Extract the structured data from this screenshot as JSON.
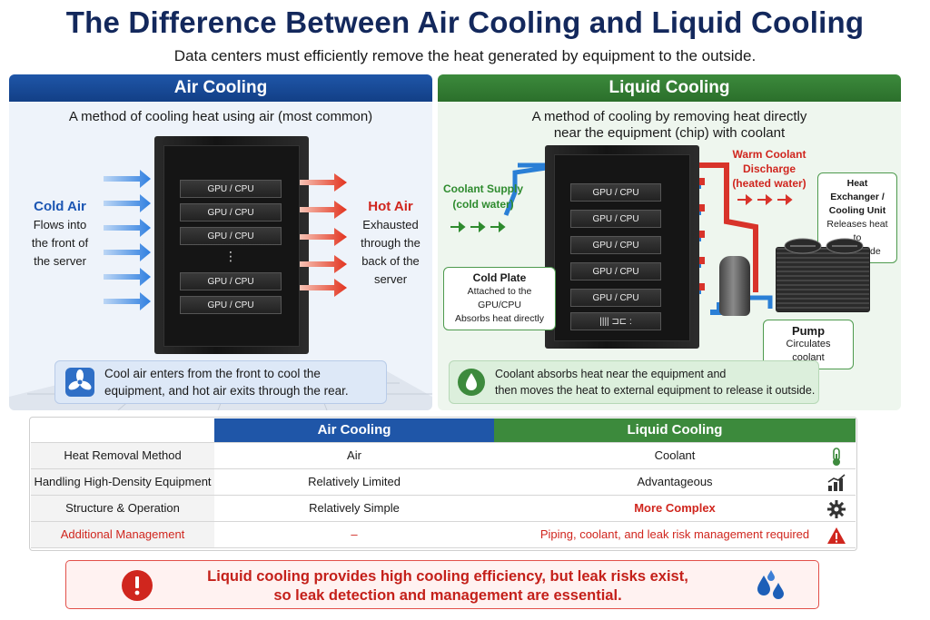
{
  "title": "The Difference Between Air Cooling and Liquid Cooling",
  "subtitle": "Data centers must efficiently remove the heat generated by equipment to the outside.",
  "air": {
    "header": "Air Cooling",
    "description": "A method of cooling heat using air (most common)",
    "cold_title": "Cold Air",
    "cold_lines": [
      "Flows into",
      "the front of",
      "the server"
    ],
    "hot_title": "Hot Air",
    "hot_lines": [
      "Exhausted",
      "through the",
      "back of the",
      "server"
    ],
    "slots": [
      "GPU / CPU",
      "GPU / CPU",
      "GPU / CPU",
      "⋮",
      "GPU / CPU",
      "GPU / CPU"
    ],
    "info_lines": [
      "Cool air enters from the front to cool the",
      "equipment, and hot air exits through the rear."
    ]
  },
  "liquid": {
    "header": "Liquid Cooling",
    "description_lines": [
      "A method of cooling by removing heat directly",
      "near the equipment (chip) with coolant"
    ],
    "supply_lines": [
      "Coolant Supply",
      "(cold water)"
    ],
    "discharge_lines": [
      "Warm Coolant",
      "Discharge",
      "(heated water)"
    ],
    "exchanger_title_lines": [
      "Heat Exchanger /",
      "Cooling Unit"
    ],
    "exchanger_desc_lines": [
      "Releases heat to",
      "the outside"
    ],
    "cold_plate_title": "Cold Plate",
    "cold_plate_lines": [
      "Attached to the GPU/CPU",
      "Absorbs heat directly"
    ],
    "pump_title": "Pump",
    "pump_desc": "Circulates coolant",
    "slots": [
      "GPU / CPU",
      "GPU / CPU",
      "GPU / CPU",
      "GPU / CPU",
      "GPU / CPU",
      "|||| ⊐⊏ :"
    ],
    "info_lines": [
      "Coolant absorbs heat near the equipment and",
      "then moves the heat to external equipment to release it outside."
    ]
  },
  "table": {
    "headers": [
      "",
      "Air Cooling",
      "Liquid Cooling"
    ],
    "rows": [
      {
        "label": "Heat Removal Method",
        "air": "Air",
        "liquid": "Coolant",
        "icon": "thermometer-icon"
      },
      {
        "label": "Handling High-Density Equipment",
        "air": "Relatively Limited",
        "liquid": "Advantageous",
        "icon": "bar-chart-icon"
      },
      {
        "label": "Structure & Operation",
        "air": "Relatively Simple",
        "liquid": "More Complex",
        "icon": "gear-icon"
      },
      {
        "label": "Additional Management",
        "air": "–",
        "liquid": "Piping, coolant, and leak risk management required",
        "icon": "warning-icon"
      }
    ],
    "colors": {
      "air_header": "#1f56a8",
      "liquid_header": "#3c8a3c",
      "alert": "#d0261e"
    }
  },
  "warning": {
    "lines": [
      "Liquid cooling provides high cooling efficiency, but leak risks exist,",
      "so leak detection and management are essential."
    ]
  }
}
